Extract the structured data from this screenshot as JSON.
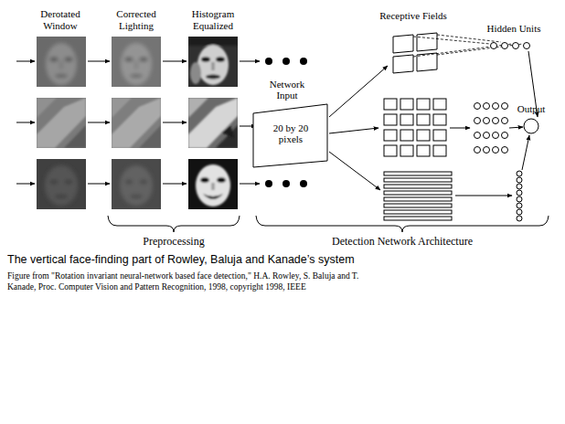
{
  "diagram": {
    "caption": "The vertical face-finding part of Rowley, Baluja and Kanade’s system",
    "nodes": [
      {
        "text": [
          "Network Input",
          "20 by 20 pixels"
        ]
      }
    ],
    "labels": [
      "Derotated Window",
      "Corrected Lighting",
      "Histogram Equalized",
      "Receptive Fields",
      "Hidden Units",
      "Output",
      "Preprocessing",
      "Detection Network Architecture",
      "Figure from \"Rotation invariant neural-network based face detection,\" H.A. Rowley, S. Baluja and T. Kanade, Proc. Computer Vision and Pattern Recognition, 1998, copyright 1998, IEEE"
    ]
  }
}
